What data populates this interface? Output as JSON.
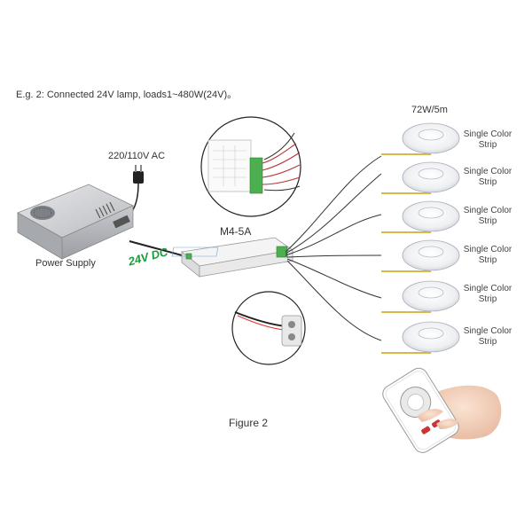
{
  "caption": "E.g. 2: Connected 24V lamp, loads1~480W(24V)。",
  "ac_label": "220/110V AC",
  "psu_label": "Power Supply",
  "dc_label": "24V DC",
  "controller_label": "M4-5A",
  "strip_header": "72W/5m",
  "strips": [
    {
      "line1": "Single Color",
      "line2": "Strip"
    },
    {
      "line1": "Single Color",
      "line2": "Strip"
    },
    {
      "line1": "Single Color",
      "line2": "Strip"
    },
    {
      "line1": "Single Color",
      "line2": "Strip"
    },
    {
      "line1": "Single Color",
      "line2": "Strip"
    },
    {
      "line1": "Single Color",
      "line2": "Strip"
    }
  ],
  "figure_label": "Figure 2",
  "colors": {
    "dc_green": "#1a9a3a",
    "wire": "#333333"
  }
}
